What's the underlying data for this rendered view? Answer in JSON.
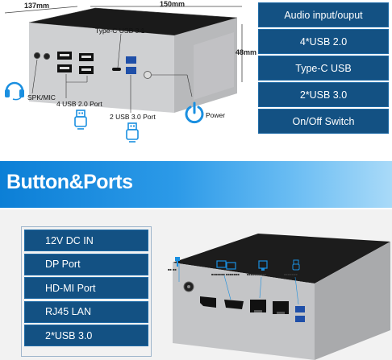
{
  "top": {
    "dimensions": {
      "depth": "137mm",
      "width": "150mm",
      "height": "48mm"
    },
    "port_callouts": {
      "typec": "Type-C USB 3.1",
      "spk_mic": "SPK/MIC",
      "usb20": "4 USB 2.0 Port",
      "usb30": "2 USB 3.0 Port",
      "power": "Power"
    },
    "feature_list": [
      "Audio input/ouput",
      "4*USB 2.0",
      "Type-C USB",
      "2*USB 3.0",
      "On/Off Switch"
    ]
  },
  "banner": {
    "title": "Button&Ports"
  },
  "bottom": {
    "feature_list": [
      "12V DC IN",
      "DP Port",
      "HD-MI Port",
      "RJ45 LAN",
      "2*USB 3.0"
    ]
  },
  "colors": {
    "box_blue": "#135183",
    "banner_blue": "#0c7fd6",
    "icon_blue": "#1a8fe0"
  }
}
